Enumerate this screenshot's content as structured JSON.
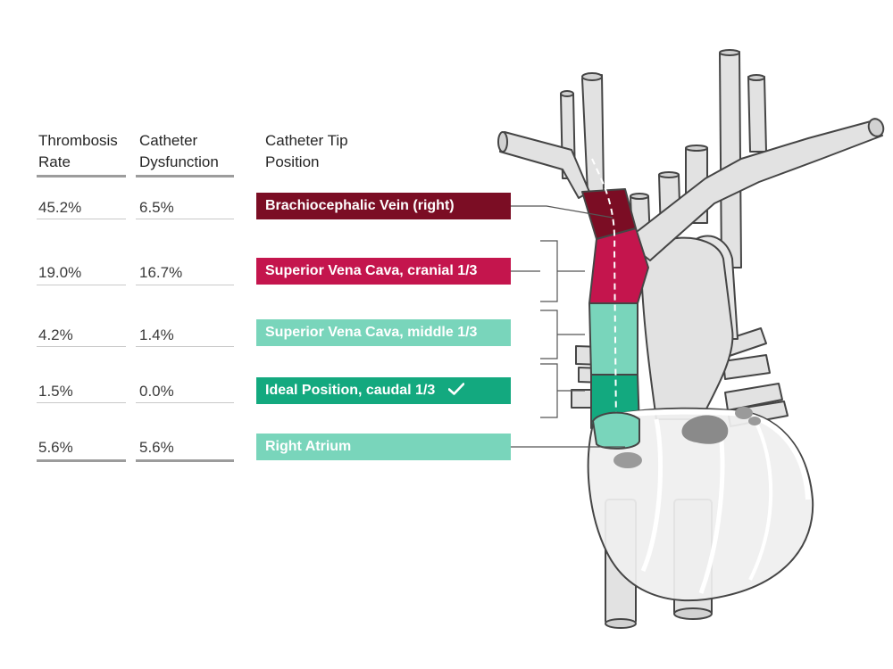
{
  "headers": {
    "thrombosis": [
      "Thrombosis",
      "Rate"
    ],
    "dysfunction": [
      "Catheter",
      "Dysfunction"
    ],
    "position": [
      "Catheter Tip",
      "Position"
    ]
  },
  "rows": [
    {
      "thrombosis": "45.2%",
      "dysfunction": "6.5%",
      "position": "Brachiocephalic Vein (right)",
      "color": "#7b0d24"
    },
    {
      "thrombosis": "19.0%",
      "dysfunction": "16.7%",
      "position": "Superior Vena Cava, cranial 1/3",
      "color": "#c4154d"
    },
    {
      "thrombosis": "4.2%",
      "dysfunction": "1.4%",
      "position": "Superior Vena Cava, middle 1/3",
      "color": "#79d5bb"
    },
    {
      "thrombosis": "1.5%",
      "dysfunction": "0.0%",
      "position": "Ideal Position, caudal 1/3",
      "color": "#13a97f",
      "icon": "check-icon"
    },
    {
      "thrombosis": "5.6%",
      "dysfunction": "5.6%",
      "position": "Right Atrium",
      "color": "#79d5bb"
    }
  ],
  "colors": {
    "vessel_fill": "#e2e2e2",
    "vessel_stroke": "#454545",
    "heart_fill": "#ededed",
    "connector": "#555555"
  }
}
